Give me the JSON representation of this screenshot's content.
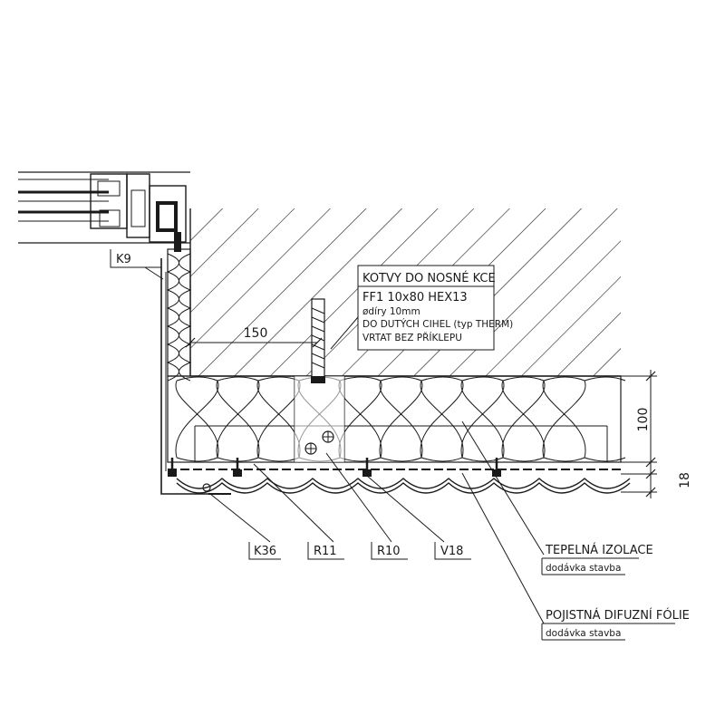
{
  "anchor_note": {
    "title": "KOTVY DO NOSNÉ KCE",
    "line1": "FF1  10x80  HEX13",
    "line2": "ødíry 10mm",
    "line3": "DO DUTÝCH CIHEL (typ THERM)",
    "line4": "VRTAT BEZ PŘÍKLEPU"
  },
  "dimensions": {
    "horizontal": "150",
    "insulation": "100",
    "cladding": "18"
  },
  "callouts": {
    "k9": "K9",
    "k36": "K36",
    "r11": "R11",
    "r10": "R10",
    "v18": "V18"
  },
  "notes": {
    "insulation": "TEPELNÁ IZOLACE",
    "insulation_supply": "dodávka stavba",
    "foil": "POJISTNÁ DIFUZNÍ FÓLIE",
    "foil_supply": "dodávka stavba"
  }
}
